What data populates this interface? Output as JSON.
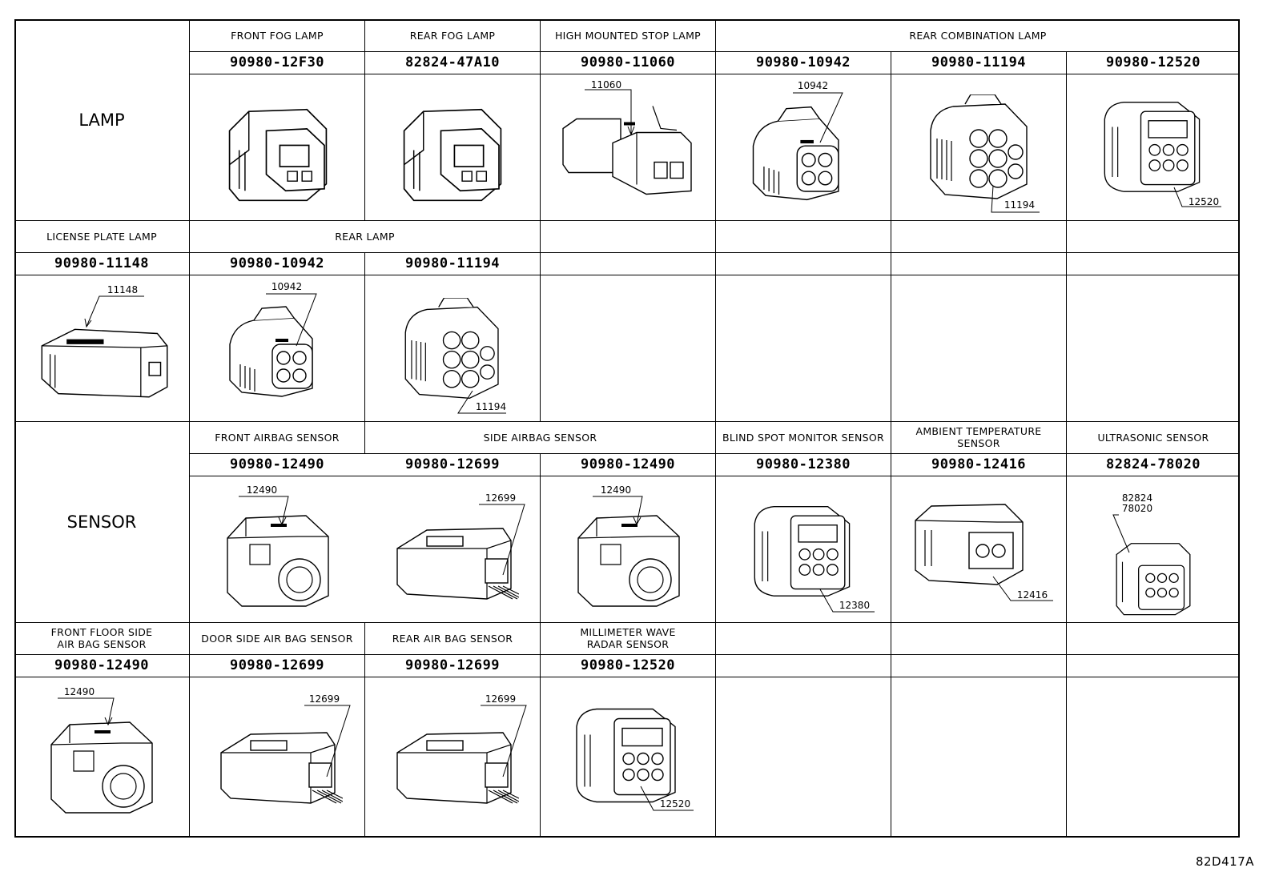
{
  "categories": {
    "lamp": "LAMP",
    "sensor": "SENSOR"
  },
  "figure_id": "82D417A",
  "lamp_row1": {
    "front_fog": {
      "label": "FRONT FOG LAMP",
      "part": "90980-12F30"
    },
    "rear_fog": {
      "label": "REAR FOG LAMP",
      "part": "82824-47A10"
    },
    "high_mounted": {
      "label": "HIGH MOUNTED STOP LAMP",
      "part": "90980-11060",
      "callout": "11060"
    },
    "rear_combination": {
      "label": "REAR COMBINATION LAMP",
      "parts": [
        {
          "part": "90980-10942",
          "callout": "10942"
        },
        {
          "part": "90980-11194",
          "callout": "11194"
        },
        {
          "part": "90980-12520",
          "callout": "12520"
        }
      ]
    }
  },
  "lamp_row2": {
    "license_plate": {
      "label": "LICENSE PLATE LAMP",
      "part": "90980-11148",
      "callout": "11148"
    },
    "rear_lamp": {
      "label": "REAR LAMP",
      "parts": [
        {
          "part": "90980-10942",
          "callout": "10942"
        },
        {
          "part": "90980-11194",
          "callout": "11194"
        }
      ]
    }
  },
  "sensor_row1": {
    "front_airbag": {
      "label": "FRONT AIRBAG SENSOR",
      "part": "90980-12490",
      "callout": "12490"
    },
    "side_airbag": {
      "label": "SIDE AIRBAG SENSOR",
      "parts": [
        {
          "part": "90980-12699",
          "callout": "12699"
        },
        {
          "part": "90980-12490",
          "callout": "12490"
        }
      ]
    },
    "blind_spot": {
      "label": "BLIND SPOT MONITOR SENSOR",
      "part": "90980-12380",
      "callout": "12380"
    },
    "ambient_temp": {
      "label_line1": "AMBIENT TEMPERATURE",
      "label_line2": "SENSOR",
      "part": "90980-12416",
      "callout": "12416"
    },
    "ultrasonic": {
      "label": "ULTRASONIC SENSOR",
      "part": "82824-78020",
      "callout_line1": "82824",
      "callout_line2": "78020"
    }
  },
  "sensor_row2": {
    "front_floor_side": {
      "label_line1": "FRONT FLOOR SIDE",
      "label_line2": "AIR BAG SENSOR",
      "part": "90980-12490",
      "callout": "12490"
    },
    "door_side": {
      "label": "DOOR SIDE AIR BAG SENSOR",
      "part": "90980-12699",
      "callout": "12699"
    },
    "rear_airbag": {
      "label": "REAR AIR BAG SENSOR",
      "part": "90980-12699",
      "callout": "12699"
    },
    "mm_wave": {
      "label_line1": "MILLIMETER WAVE",
      "label_line2": "RADAR SENSOR",
      "part": "90980-12520",
      "callout": "12520"
    }
  }
}
